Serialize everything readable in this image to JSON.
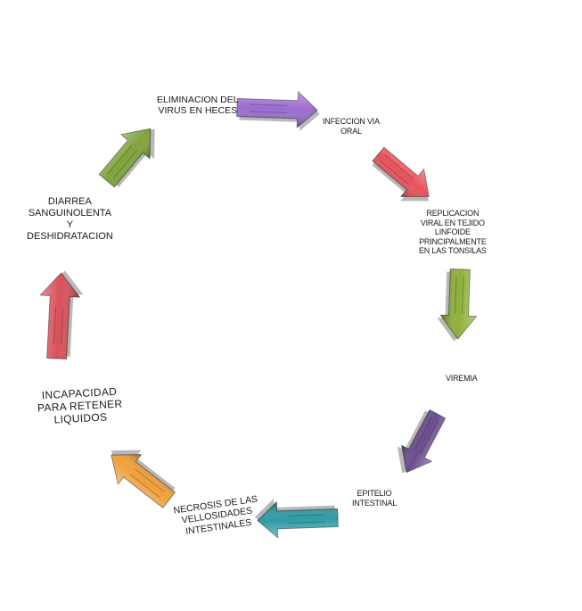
{
  "diagram": {
    "steps": [
      {
        "lines": [
          "ELIMINACION DEL",
          "VIRUS EN HECES"
        ]
      },
      {
        "lines": [
          "INFECCION VIA",
          "ORAL"
        ]
      },
      {
        "lines": [
          "REPLICACION",
          "VIRAL EN TEJIDO",
          "LINFOIDE",
          "PRINCIPALMENTE",
          "EN LAS TONSILAS"
        ]
      },
      {
        "lines": [
          "VIREMIA"
        ]
      },
      {
        "lines": [
          "EPITELIO",
          "INTESTINAL"
        ]
      },
      {
        "lines": [
          "NECROSIS DE LAS",
          "VELLOSIDADES",
          "INTESTINALES"
        ]
      },
      {
        "lines": [
          "INCAPACIDAD",
          "PARA RETENER",
          "LIQUIDOS"
        ]
      },
      {
        "lines": [
          "DIARREA",
          "SANGUINOLENTA",
          "Y",
          "DESHIDRATACION"
        ]
      }
    ],
    "arrows": [
      {
        "name": "arrow-purple-top",
        "color": "#9b6ccf"
      },
      {
        "name": "arrow-red-upper-right",
        "color": "#e8525a"
      },
      {
        "name": "arrow-green-right",
        "color": "#8fb03a"
      },
      {
        "name": "arrow-purple-lower-right",
        "color": "#6a4c8c"
      },
      {
        "name": "arrow-teal-bottom",
        "color": "#2f9aa5"
      },
      {
        "name": "arrow-orange-lower-left",
        "color": "#f0a03a"
      },
      {
        "name": "arrow-red-left",
        "color": "#d9505a"
      },
      {
        "name": "arrow-green-upper-left",
        "color": "#7fa33a"
      }
    ]
  }
}
